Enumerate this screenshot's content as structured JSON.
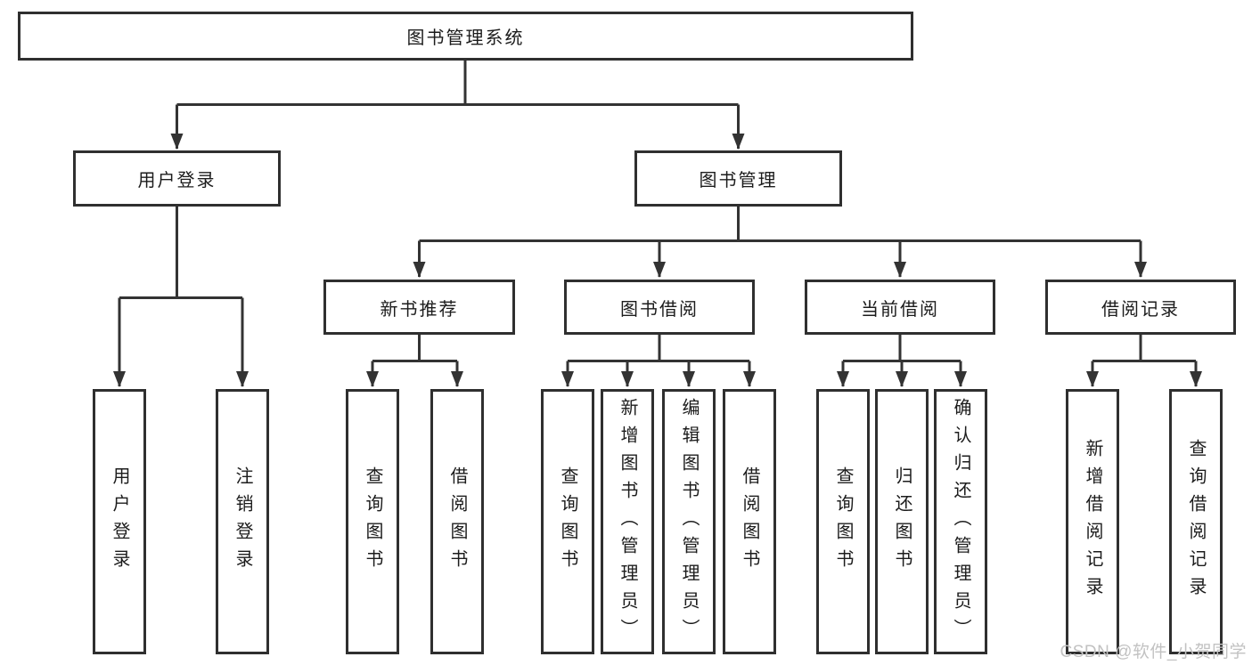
{
  "diagram": {
    "root": {
      "label": "图书管理系统"
    },
    "level1": [
      {
        "label": "用户登录"
      },
      {
        "label": "图书管理"
      }
    ],
    "level2": [
      {
        "label": "新书推荐",
        "parent": "图书管理"
      },
      {
        "label": "图书借阅",
        "parent": "图书管理"
      },
      {
        "label": "当前借阅",
        "parent": "图书管理"
      },
      {
        "label": "借阅记录",
        "parent": "图书管理"
      }
    ],
    "leaves": [
      {
        "label": "用户登录",
        "parent": "用户登录"
      },
      {
        "label": "注销登录",
        "parent": "用户登录"
      },
      {
        "label": "查询图书",
        "parent": "新书推荐"
      },
      {
        "label": "借阅图书",
        "parent": "新书推荐"
      },
      {
        "label": "查询图书",
        "parent": "图书借阅"
      },
      {
        "label": "新增图书（管理员）",
        "parent": "图书借阅"
      },
      {
        "label": "编辑图书（管理员）",
        "parent": "图书借阅"
      },
      {
        "label": "借阅图书",
        "parent": "图书借阅"
      },
      {
        "label": "查询图书",
        "parent": "当前借阅"
      },
      {
        "label": "归还图书",
        "parent": "当前借阅"
      },
      {
        "label": "确认归还（管理员）",
        "parent": "当前借阅"
      },
      {
        "label": "新增借阅记录",
        "parent": "借阅记录"
      },
      {
        "label": "查询借阅记录",
        "parent": "借阅记录"
      }
    ]
  },
  "watermark": {
    "text": "CSDN @软件_小贺同学"
  },
  "colors": {
    "line": "#333333",
    "box_border": "#2f2f2f",
    "text": "#1c1c1c",
    "watermark": "#c2c2c2",
    "background": "#ffffff"
  }
}
